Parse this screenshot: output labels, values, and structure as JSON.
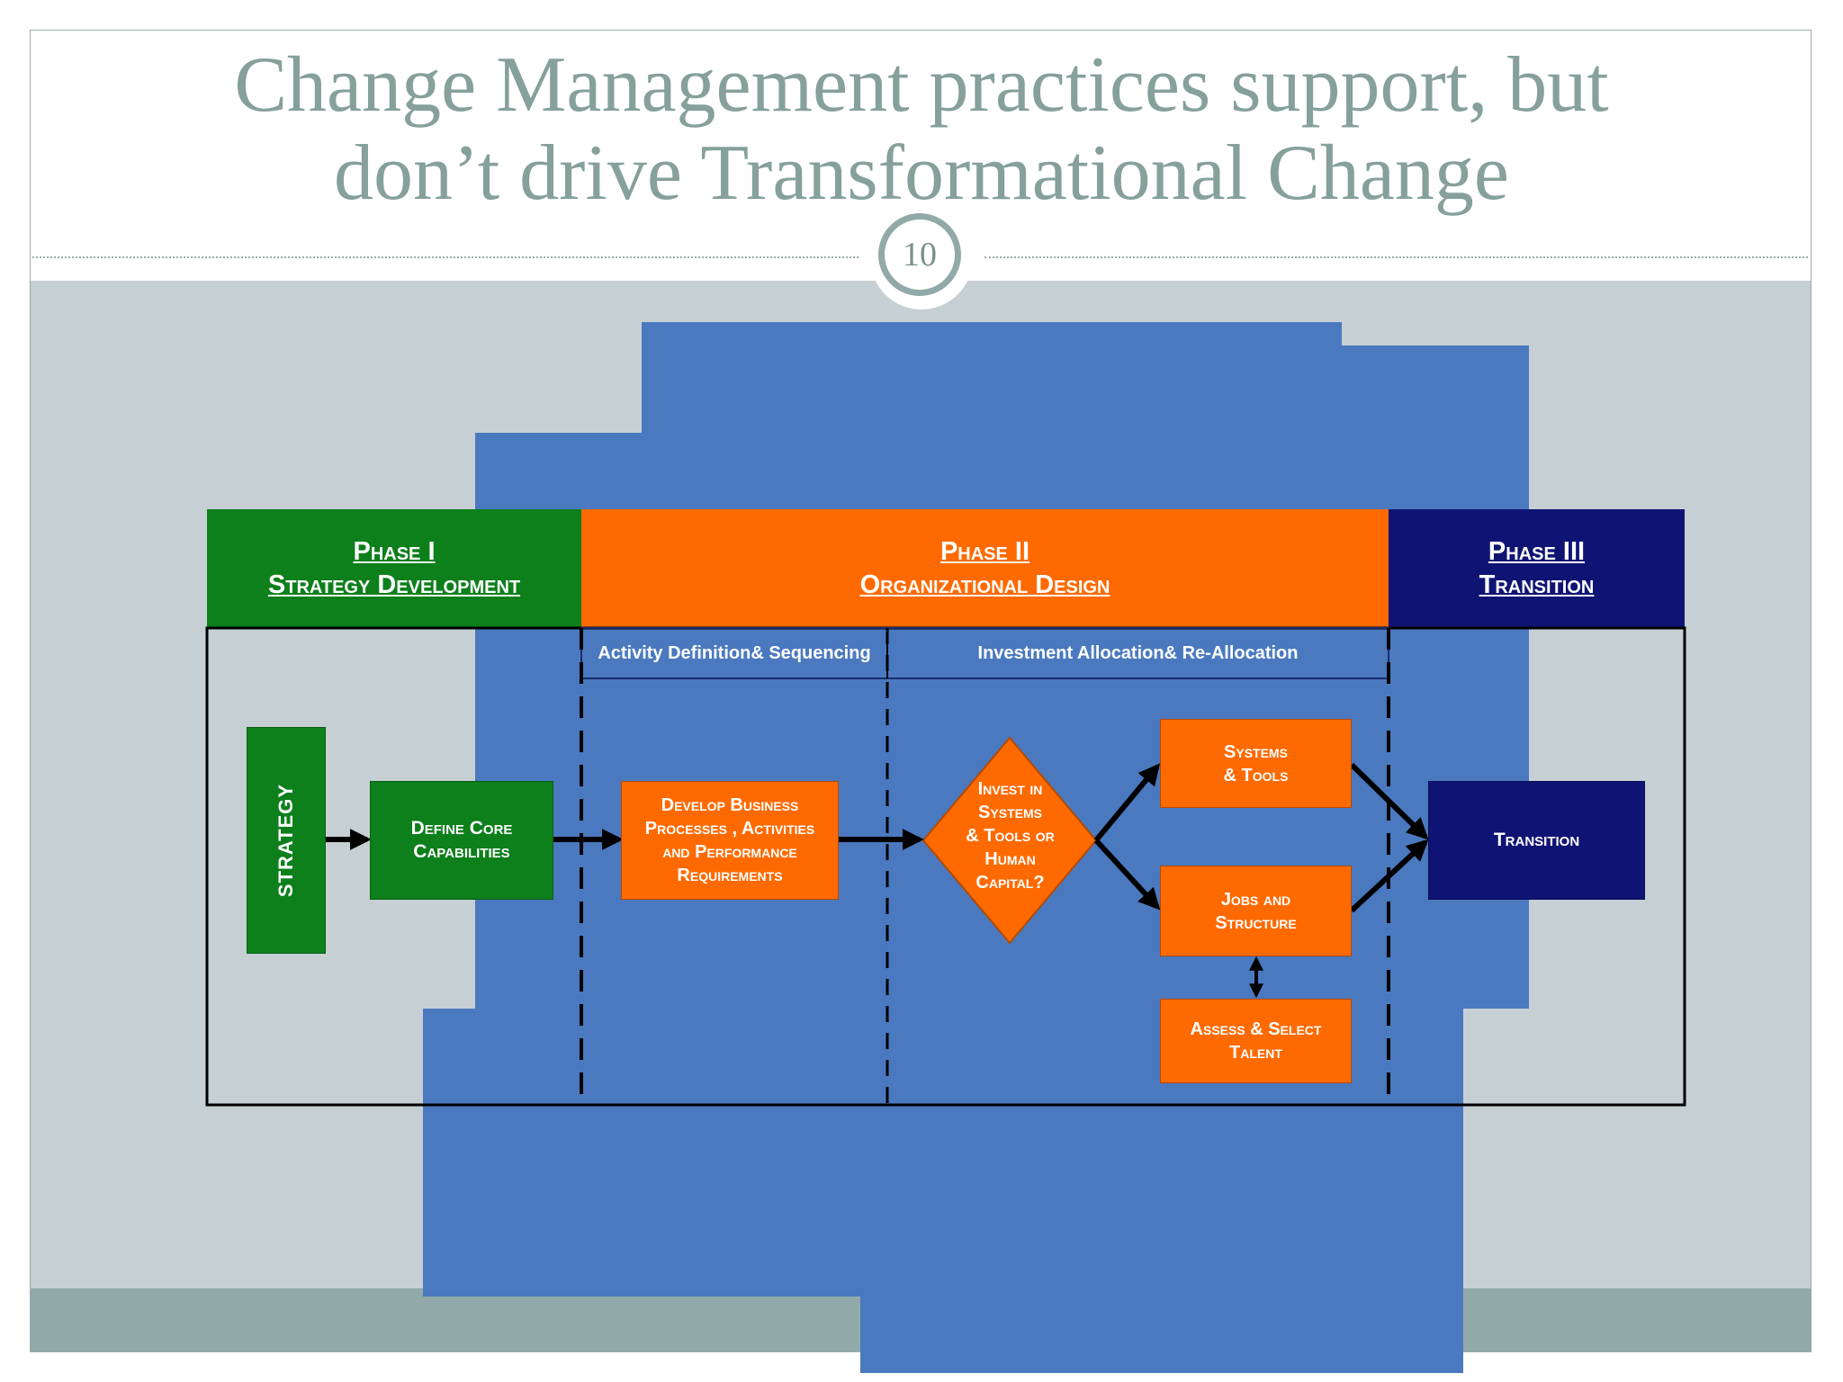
{
  "slide": {
    "title": "Change Management practices support, but\ndon’t drive Transformational Change",
    "page_number": "10"
  },
  "phases": {
    "phase1": {
      "line1": "Phase I",
      "line2": "Strategy Development"
    },
    "phase2": {
      "line1": "Phase II",
      "line2": "Organizational Design"
    },
    "phase3": {
      "line1": "Phase III",
      "line2": "Transition"
    }
  },
  "subheaders": {
    "activity": "Activity Definition& Sequencing",
    "investment": "Investment Allocation& Re-Allocation"
  },
  "nodes": {
    "strategy": "STRATEGY",
    "define_core": "Define Core\nCapabilities",
    "develop_business": "Develop Business\nProcesses , Activities\nand Performance\nRequirements",
    "invest_decision": "Invest in\nSystems\n& Tools or\nHuman\nCapital?",
    "systems_tools": "Systems\n& Tools",
    "jobs_structure": "Jobs and\nStructure",
    "assess_select": "Assess  & Select\nTalent",
    "transition": "Transition"
  },
  "colors": {
    "phase1": "#0d7f1b",
    "phase2": "#ff6a00",
    "phase3": "#0f1474",
    "backdrop_blue": "#4a79bf",
    "title": "#86a09b"
  }
}
